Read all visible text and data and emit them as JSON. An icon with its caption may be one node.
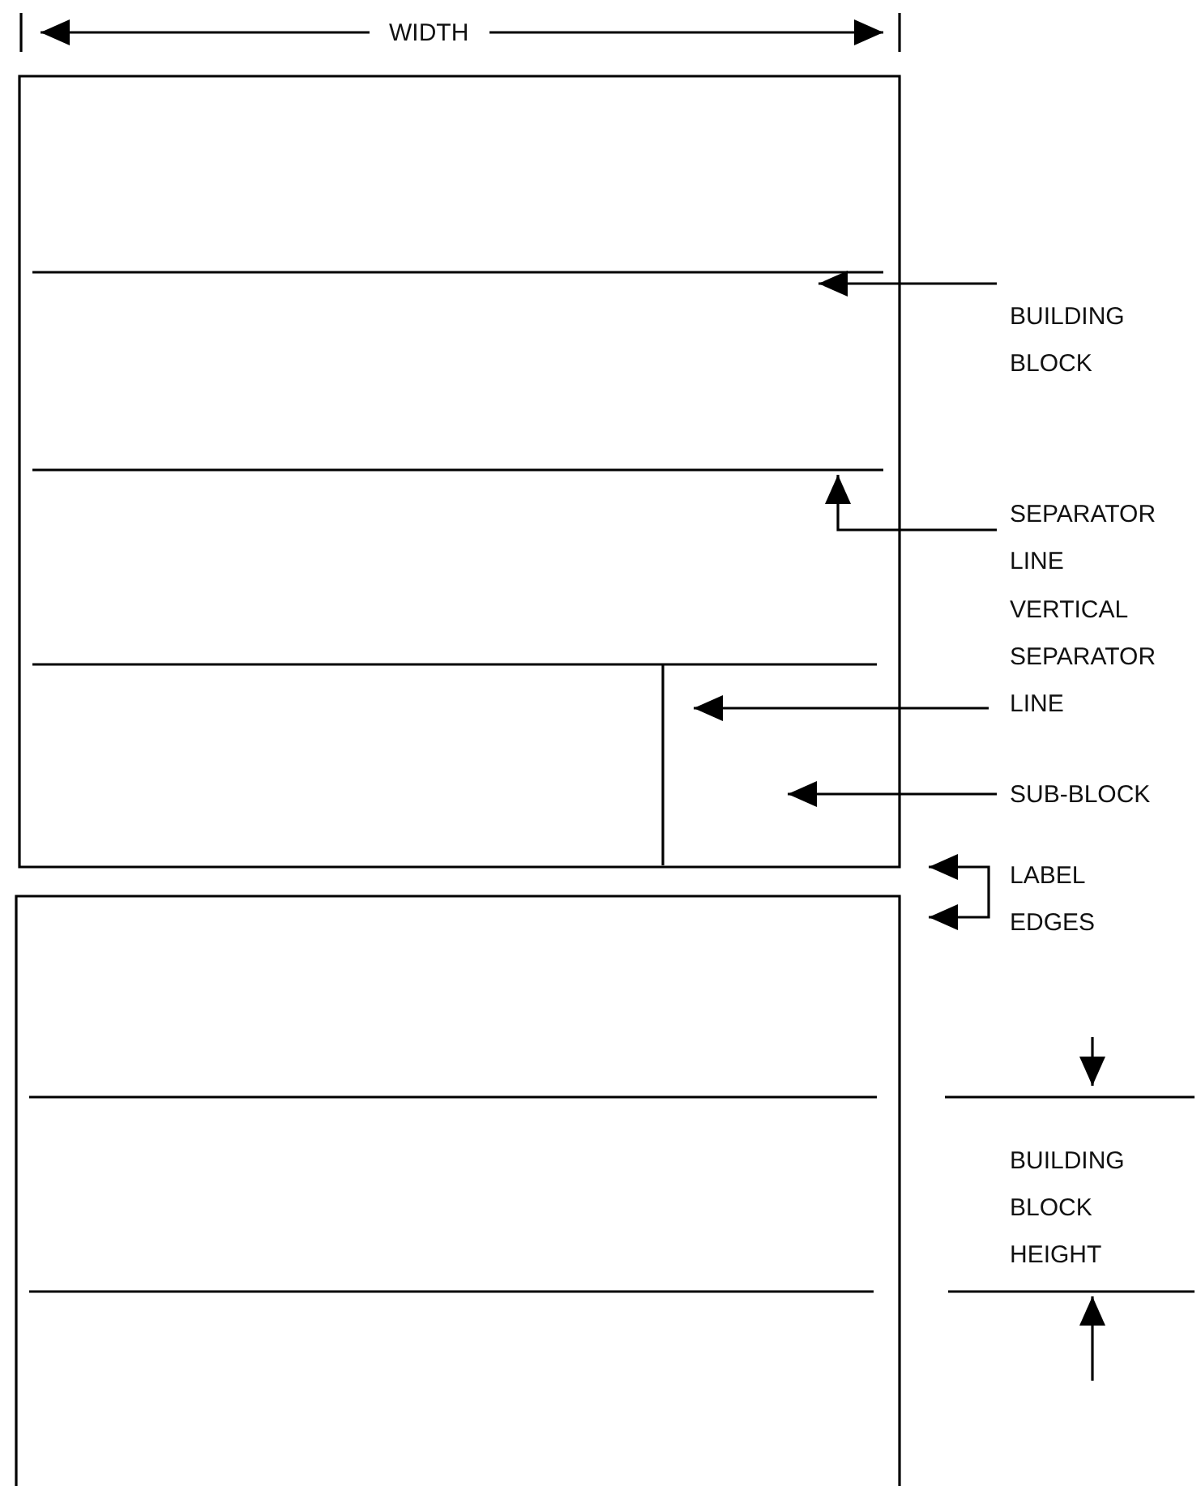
{
  "diagram": {
    "nodes": [
      {
        "text": [
          "BUILDING BLOCK"
        ]
      },
      {
        "text": [
          "SEPARATOR LINE"
        ]
      },
      {
        "text": [
          "VERTICAL SEPARATOR LINE"
        ]
      },
      {
        "text": [
          "SUB-BLOCK"
        ]
      },
      {
        "text": [
          "LABEL EDGES"
        ]
      }
    ],
    "edges": [
      {
        "from": 0,
        "to": null,
        "arrow": "to"
      },
      {
        "from": 1,
        "to": null,
        "arrow": "to"
      },
      {
        "from": 2,
        "to": null,
        "arrow": "to"
      },
      {
        "from": 3,
        "to": null,
        "arrow": "to"
      },
      {
        "from": 4,
        "to": null,
        "arrow": "to"
      },
      {
        "from": 4,
        "to": null,
        "arrow": "to"
      }
    ],
    "labels": [
      "WIDTH",
      "BUILDING BLOCK HEIGHT"
    ]
  }
}
